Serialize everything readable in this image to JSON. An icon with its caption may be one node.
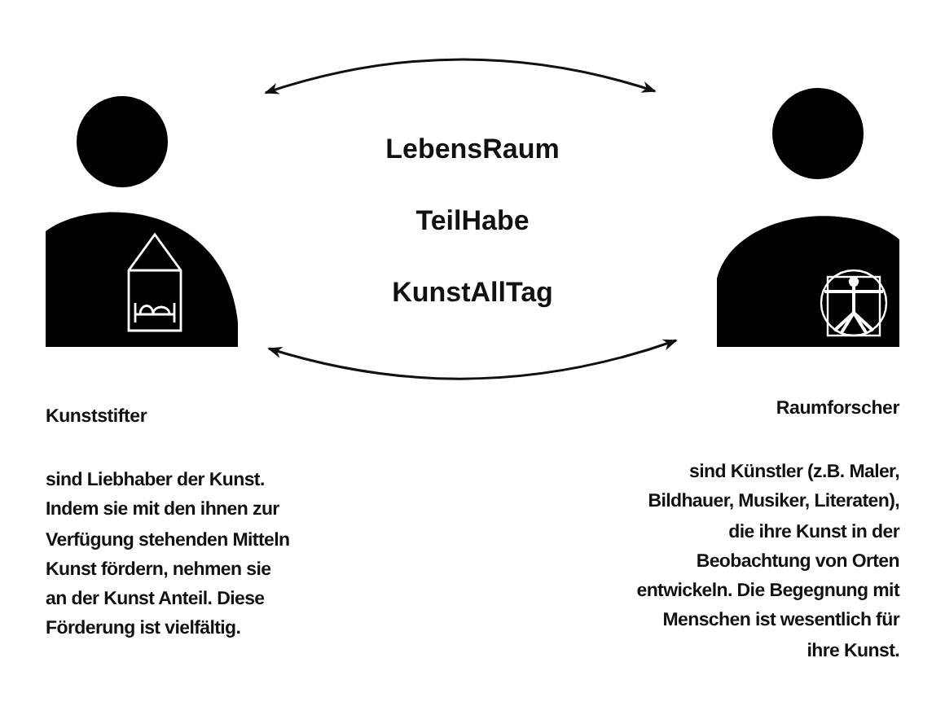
{
  "diagram": {
    "nodes": [
      {
        "text": [],
        "shape": "person"
      },
      {
        "text": [],
        "shape": "person"
      }
    ],
    "edges": [
      {
        "from": 0,
        "to": 1,
        "arrow": "both"
      },
      {
        "from": 0,
        "to": 1,
        "arrow": "both"
      }
    ],
    "labels": [
      "LebensRaum",
      "TeilHabe",
      "KunstAllTag",
      "Kunststifter",
      "sind Liebhaber der Kunst. Indem sie mit den ihnen zur Verfügung stehenden Mitteln Kunst fördern, nehmen sie an der Kunst Anteil. Diese Förderung ist vielfältig.",
      "Raumforscher",
      "sind Künstler (z.B. Maler, Bildhauer, Musiker, Literaten), die ihre Kunst in der Beobachtung von Orten entwickeln. Die Begegnung mit Menschen ist wesentlich für ihre Kunst."
    ]
  }
}
